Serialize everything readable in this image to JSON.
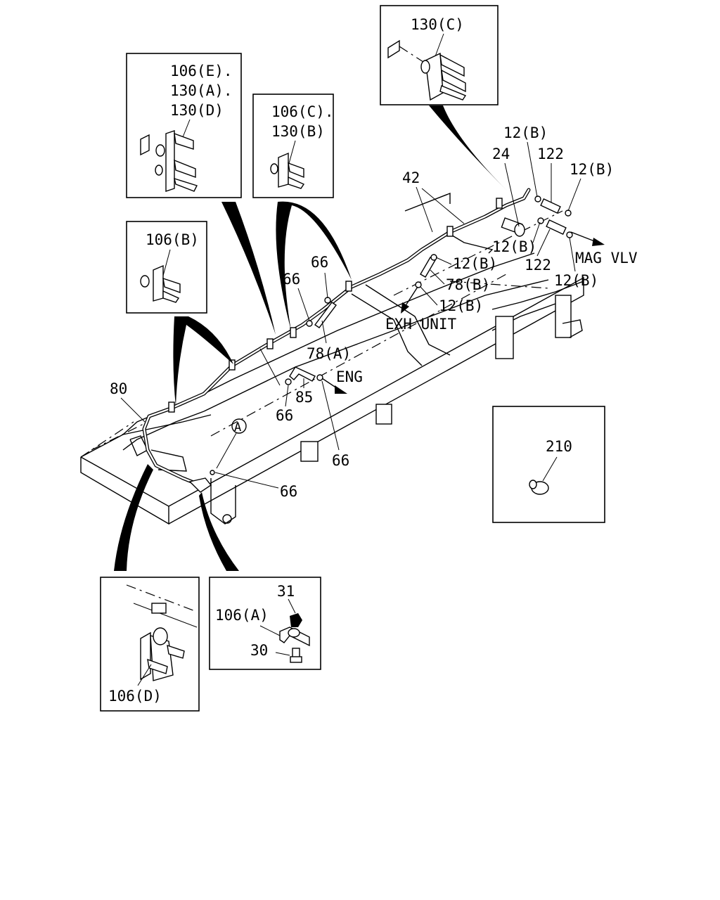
{
  "callouts": {
    "c130c": "130(C)",
    "c106e": "106(E).",
    "c130a": "130(A).",
    "c130d": "130(D)",
    "c106c": "106(C).",
    "c130b": "130(B)",
    "c106b": "106(B)",
    "c42": "42",
    "c24": "24",
    "c12b_1": "12(B)",
    "c122_1": "122",
    "c12b_2": "12(B)",
    "c12b_3": "12(B)",
    "c122_2": "122",
    "c12b_4": "12(B)",
    "c12b_5": "12(B)",
    "c78b": "78(B)",
    "c12b_6": "12(B)",
    "c66_1": "66",
    "c66_2": "66",
    "c78a": "78(A)",
    "c85": "85",
    "c66_3": "66",
    "c66_4": "66",
    "c66_5": "66",
    "c80": "80",
    "cA": "A",
    "c210": "210",
    "c31": "31",
    "c106a": "106(A)",
    "c30": "30",
    "c106d": "106(D)"
  },
  "directions": {
    "mag_vlv": "MAG VLV",
    "exh_unit": "EXH UNIT",
    "eng": "ENG"
  },
  "icons": [
    "clip-icon",
    "clamp-icon",
    "bolt-icon",
    "nut-icon",
    "grommet-icon",
    "arrow-icon"
  ]
}
